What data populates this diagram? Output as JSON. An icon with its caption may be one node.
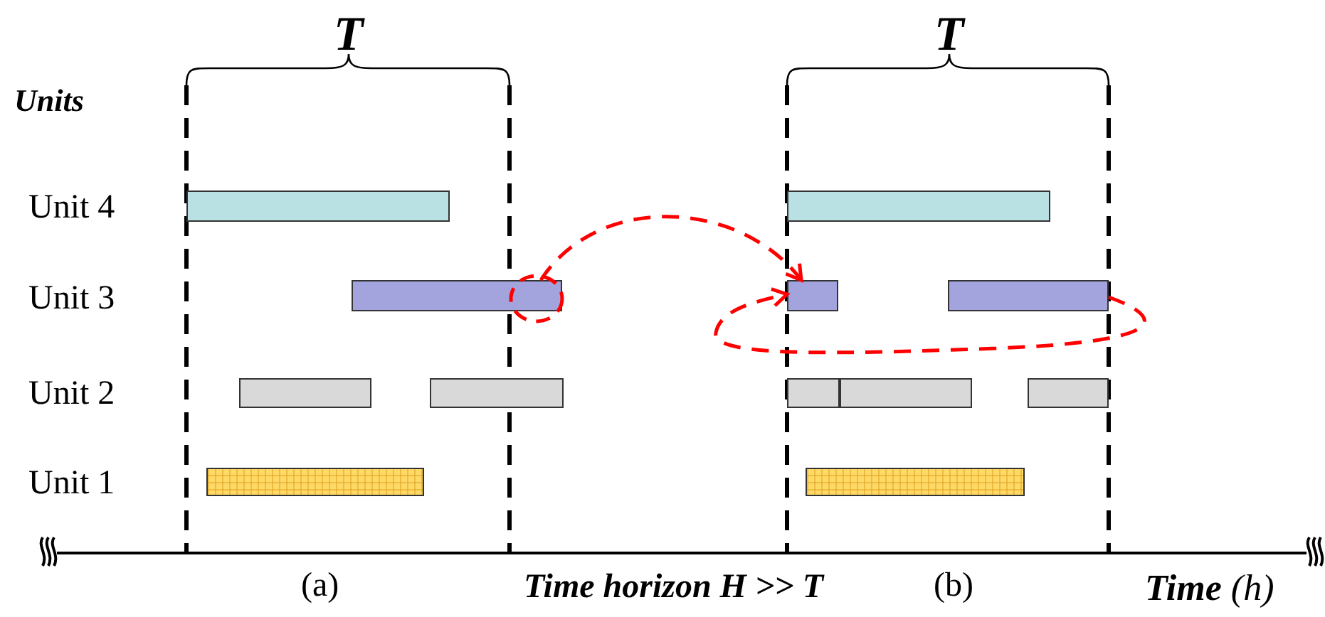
{
  "diagram": {
    "nodes": [
      {
        "text": [],
        "shape": "bar"
      },
      {
        "text": [],
        "shape": "bar"
      },
      {
        "text": [],
        "shape": "bar"
      },
      {
        "text": [],
        "shape": "bar"
      },
      {
        "text": [],
        "shape": "bar"
      },
      {
        "text": [],
        "shape": "bar"
      },
      {
        "text": [],
        "shape": "bar"
      },
      {
        "text": [],
        "shape": "bar"
      },
      {
        "text": [],
        "shape": "bar"
      },
      {
        "text": [],
        "shape": "bar"
      },
      {
        "text": [],
        "shape": "bar"
      },
      {
        "text": [],
        "shape": "bar"
      }
    ],
    "edges": [
      {
        "from": 2,
        "to": 3,
        "arrow": "to",
        "style": "dashed",
        "color": "#ff0000"
      },
      {
        "from": 4,
        "to": 3,
        "arrow": "to",
        "style": "dashed",
        "color": "#ff0000"
      }
    ],
    "labels": [
      "T",
      "T",
      "Units",
      "Unit 4",
      "Unit 3",
      "Unit 2",
      "Unit 1",
      "(a)",
      "Time horizon H >> T",
      "(b)",
      "**Time** (h)"
    ]
  }
}
